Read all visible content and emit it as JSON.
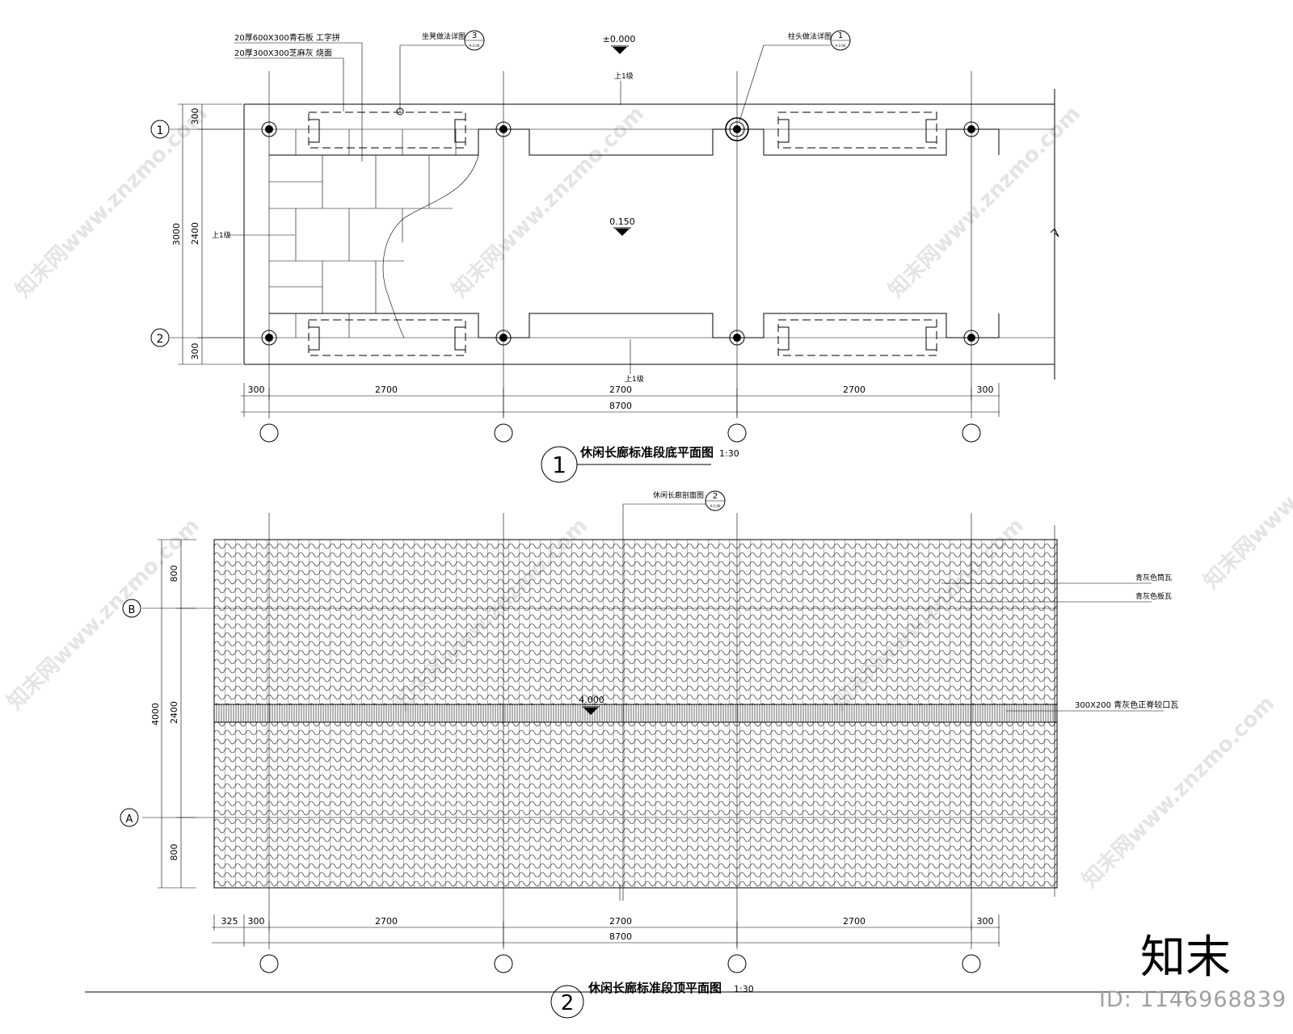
{
  "plan1": {
    "title": "休闲长廊标准段底平面图",
    "scale": "1:30",
    "number": "1",
    "elevation_top": "±0.000",
    "elevation_center": "0.150",
    "callout_paving_1": "20厚600X300青石板 工字拼",
    "callout_paving_2": "20厚300X300芝麻灰 烧面",
    "callout_detail_left": "坐凳做法详图",
    "callout_detail_left_num": "3",
    "callout_detail_right": "柱头做法详图",
    "callout_detail_right_num": "1",
    "callout_sheet": "A-2.04",
    "step_label": "上1级",
    "axis_rows": [
      "1",
      "2"
    ],
    "vdims": [
      "300",
      "2400",
      "300"
    ],
    "vdim_total": "3000",
    "hdims": [
      "300",
      "2700",
      "2700",
      "2700",
      "300"
    ],
    "hdim_total": "8700"
  },
  "plan2": {
    "title": "休闲长廊标准段顶平面图",
    "scale": "1:30",
    "number": "2",
    "elevation_ridge": "4.000",
    "callout_section": "休闲长廊剖面图",
    "callout_section_num": "2",
    "callout_sheet": "A-1.06",
    "tile_label_1": "青灰色筒瓦",
    "tile_label_2": "青灰色板瓦",
    "ridge_label": "300X200 青灰色正脊较口瓦",
    "axis_rows": [
      "B",
      "A"
    ],
    "vdims": [
      "800",
      "2400",
      "800"
    ],
    "vdim_total": "4000",
    "hdims": [
      "325",
      "300",
      "2700",
      "2700",
      "2700",
      "300"
    ],
    "hdim_total": "8700"
  },
  "watermark": "知末网www.znzmo.com",
  "brand": "知末",
  "image_id": "ID: 1146968839"
}
